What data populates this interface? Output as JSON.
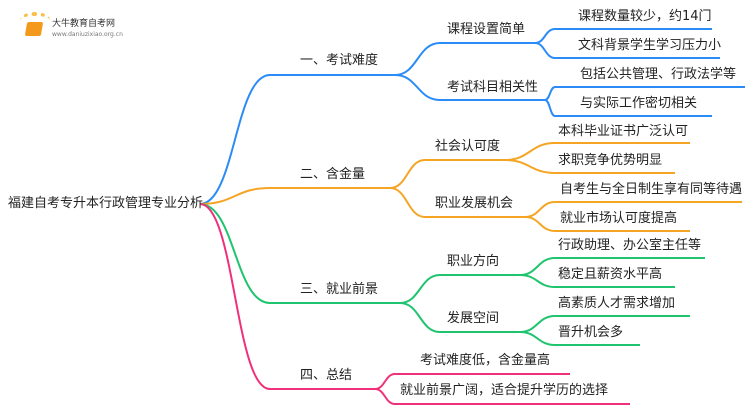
{
  "watermark": {
    "name": "大牛教育自考网",
    "url": "www.daniuzixiao.org.cn"
  },
  "colors": {
    "blue": "#2b8cf7",
    "orange": "#f5a524",
    "green": "#1fc46e",
    "pink": "#f0307a"
  },
  "root": "福建自考专升本行政管理专业分析",
  "branches": [
    {
      "label": "一、考试难度",
      "children": [
        {
          "label": "课程设置简单",
          "children": [
            "课程数量较少，约14门",
            "文科背景学生学习压力小"
          ]
        },
        {
          "label": "考试科目相关性",
          "children": [
            "包括公共管理、行政法学等",
            "与实际工作密切相关"
          ]
        }
      ]
    },
    {
      "label": "二、含金量",
      "children": [
        {
          "label": "社会认可度",
          "children": [
            "本科毕业证书广泛认可",
            "求职竞争优势明显"
          ]
        },
        {
          "label": "职业发展机会",
          "children": [
            "自考生与全日制生享有同等待遇",
            "就业市场认可度提高"
          ]
        }
      ]
    },
    {
      "label": "三、就业前景",
      "children": [
        {
          "label": "职业方向",
          "children": [
            "行政助理、办公室主任等",
            "稳定且薪资水平高"
          ]
        },
        {
          "label": "发展空间",
          "children": [
            "高素质人才需求增加",
            "晋升机会多"
          ]
        }
      ]
    },
    {
      "label": "四、总结",
      "children": [
        {
          "label": "考试难度低，含金量高"
        },
        {
          "label": "就业前景广阔，适合提升学历的选择"
        }
      ]
    }
  ]
}
